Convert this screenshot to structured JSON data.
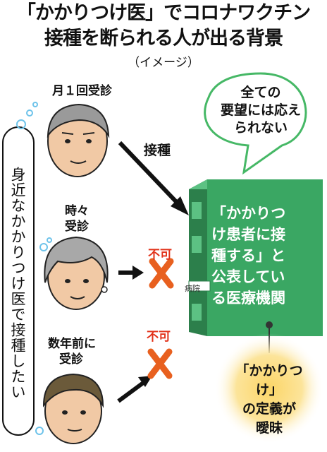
{
  "title": {
    "line1": "「かかりつけ医」でコロナワクチン",
    "line2": "接種を断られる人が出る背景",
    "subtitle": "（イメージ）"
  },
  "thought": {
    "text": "身近なかかりつけ医で接種したい"
  },
  "patients": [
    {
      "label": "月１回受診",
      "result": "接種"
    },
    {
      "label_lines": [
        "時々",
        "受診"
      ],
      "result": "不可"
    },
    {
      "label_lines": [
        "数年前に",
        "受診"
      ],
      "result": "不可"
    }
  ],
  "speech_bubble": {
    "lines": [
      "全ての",
      "要望には応え",
      "られない"
    ]
  },
  "building": {
    "lines": [
      "「かかりつ",
      "け患者に接",
      "種する」と",
      "公表してい",
      "る医療機関"
    ],
    "sign": "病院"
  },
  "note": {
    "lines": [
      "「かかりつけ」",
      "の定義が",
      "曖昧"
    ]
  },
  "colors": {
    "building_front": "#3aa763",
    "building_side": "#2c7f4b",
    "cross": "#e8601f",
    "fuka": "#e2321a",
    "bubble_outline": "#46b866",
    "note_glow": "#f7c948",
    "thought_dots": "#6ec3ea"
  }
}
